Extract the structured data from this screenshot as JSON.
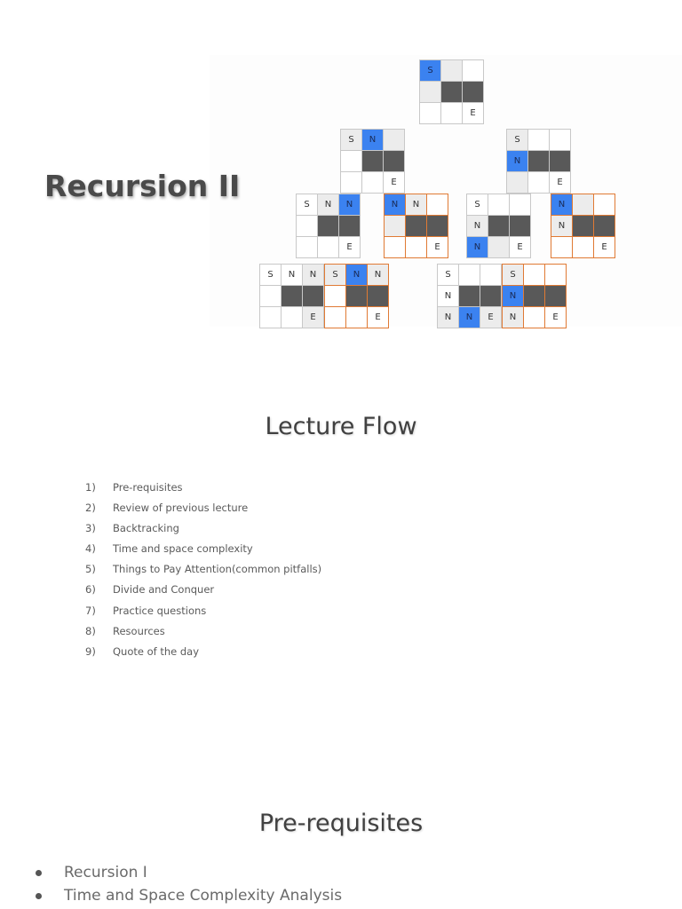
{
  "title": "Recursion II",
  "colors": {
    "start_highlight": "#3b82f0",
    "wall": "#595959",
    "visited": "#ececec",
    "empty": "#ffffff",
    "backtrack_border": "#e07a34"
  },
  "diagram": {
    "legend_meaning": {
      "S": "start",
      "N": "next/visited",
      "E": "end"
    },
    "grids": [
      {
        "id": "root",
        "level": 1,
        "backtrack": false,
        "cells": [
          [
            "b:S",
            "g:",
            "w:"
          ],
          [
            "g:",
            "d:",
            "d:"
          ],
          [
            "w:",
            "w:",
            "w:E"
          ]
        ]
      },
      {
        "id": "l2-left",
        "level": 2,
        "backtrack": false,
        "cells": [
          [
            "g:S",
            "b:N",
            "g:"
          ],
          [
            "w:",
            "d:",
            "d:"
          ],
          [
            "w:",
            "w:",
            "w:E"
          ]
        ]
      },
      {
        "id": "l2-right",
        "level": 2,
        "backtrack": false,
        "cells": [
          [
            "g:S",
            "w:",
            "w:"
          ],
          [
            "b:N",
            "d:",
            "d:"
          ],
          [
            "g:",
            "w:",
            "w:E"
          ]
        ]
      },
      {
        "id": "l3-a",
        "level": 3,
        "backtrack": false,
        "cells": [
          [
            "w:S",
            "g:N",
            "b:N"
          ],
          [
            "w:",
            "d:",
            "d:"
          ],
          [
            "w:",
            "w:",
            "w:E"
          ]
        ]
      },
      {
        "id": "l3-b",
        "level": 3,
        "backtrack": true,
        "cells": [
          [
            "b:N",
            "g:N",
            "w:"
          ],
          [
            "g:",
            "d:",
            "d:"
          ],
          [
            "w:",
            "w:",
            "w:E"
          ]
        ]
      },
      {
        "id": "l3-c",
        "level": 3,
        "backtrack": false,
        "cells": [
          [
            "w:S",
            "w:",
            "w:"
          ],
          [
            "g:N",
            "d:",
            "d:"
          ],
          [
            "b:N",
            "g:",
            "w:E"
          ]
        ]
      },
      {
        "id": "l3-d",
        "level": 3,
        "backtrack": true,
        "cells": [
          [
            "b:N",
            "g:",
            "w:"
          ],
          [
            "g:N",
            "d:",
            "d:"
          ],
          [
            "w:",
            "w:",
            "w:E"
          ]
        ]
      },
      {
        "id": "l4-a",
        "level": 4,
        "backtrack": false,
        "cells": [
          [
            "w:S",
            "w:N",
            "g:N"
          ],
          [
            "w:",
            "d:",
            "d:"
          ],
          [
            "w:",
            "w:",
            "g:E"
          ]
        ]
      },
      {
        "id": "l4-b",
        "level": 4,
        "backtrack": true,
        "cells": [
          [
            "g:S",
            "b:N",
            "g:N"
          ],
          [
            "w:",
            "d:",
            "d:"
          ],
          [
            "w:",
            "w:",
            "w:E"
          ]
        ]
      },
      {
        "id": "l4-c",
        "level": 4,
        "backtrack": false,
        "cells": [
          [
            "w:S",
            "w:",
            "w:"
          ],
          [
            "w:N",
            "d:",
            "d:"
          ],
          [
            "g:N",
            "b:N",
            "g:E"
          ]
        ]
      },
      {
        "id": "l4-d",
        "level": 4,
        "backtrack": true,
        "cells": [
          [
            "g:S",
            "w:",
            "w:"
          ],
          [
            "b:N",
            "d:",
            "d:"
          ],
          [
            "g:N",
            "w:",
            "w:E"
          ]
        ]
      }
    ]
  },
  "lecture_flow": {
    "heading": "Lecture Flow",
    "items": [
      {
        "num": "1)",
        "text": "Pre-requisites"
      },
      {
        "num": "2)",
        "text": "Review of previous lecture"
      },
      {
        "num": "3)",
        "text": "Backtracking"
      },
      {
        "num": "4)",
        "text": "Time and space complexity"
      },
      {
        "num": "5)",
        "text": "Things to Pay Attention(common pitfalls)"
      },
      {
        "num": "6)",
        "text": "Divide and Conquer"
      },
      {
        "num": "7)",
        "text": "Practice questions"
      },
      {
        "num": "8)",
        "text": "Resources"
      },
      {
        "num": "9)",
        "text": "Quote of the day"
      }
    ]
  },
  "prerequisites": {
    "heading": "Pre-requisites",
    "items": [
      "Recursion I",
      "Time and Space Complexity Analysis"
    ]
  }
}
